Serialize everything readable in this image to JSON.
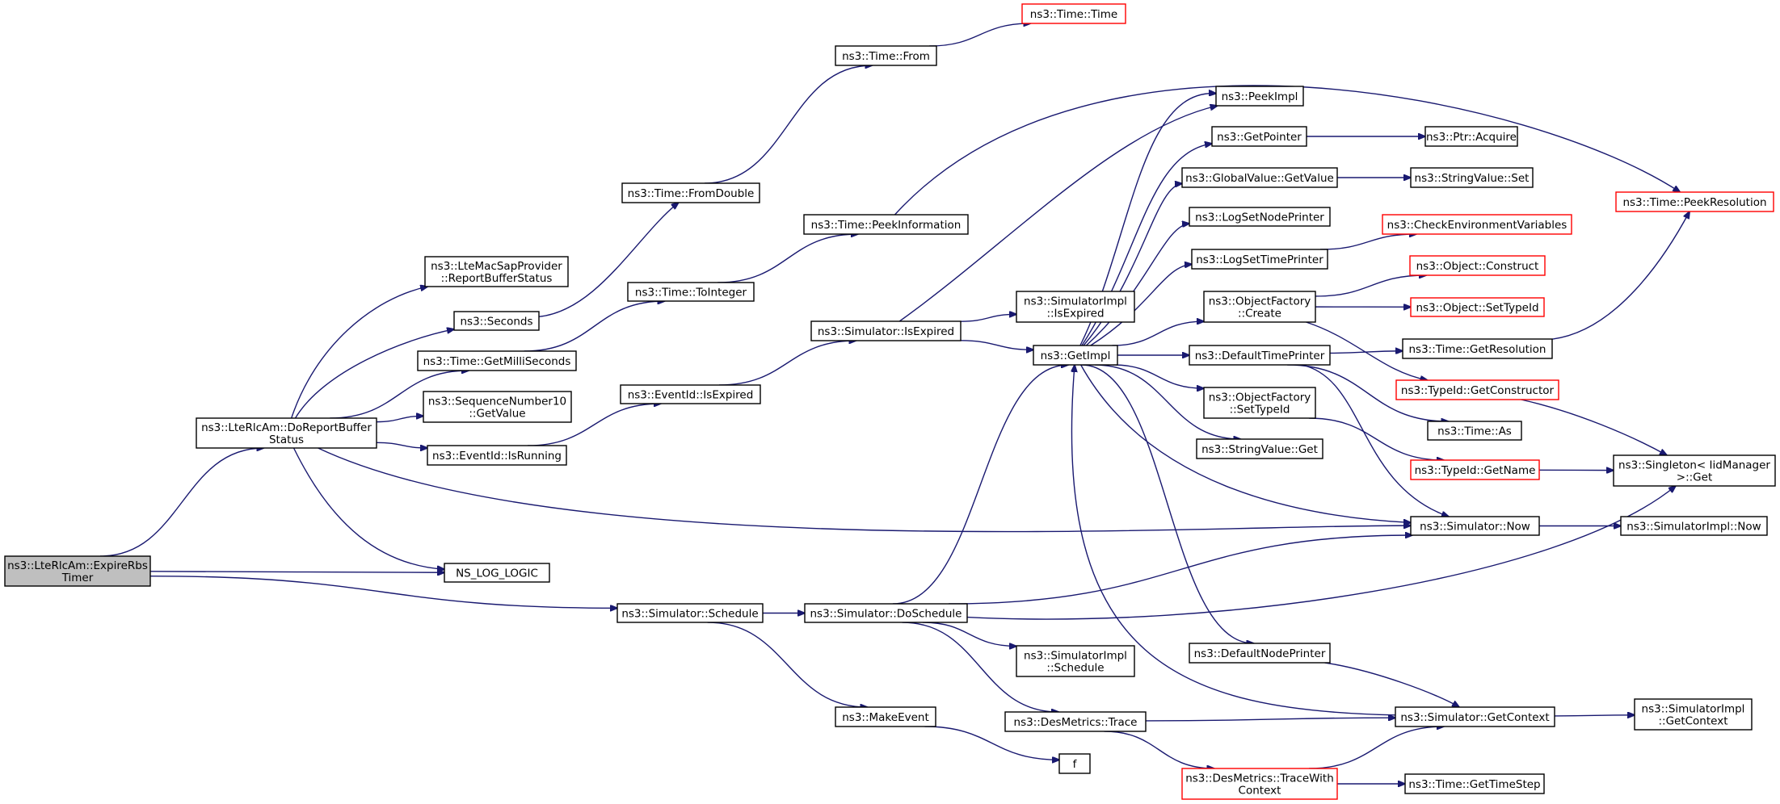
{
  "colors": {
    "edge": "#191970",
    "node_border": "#000000",
    "truncated_border": "#ff0000",
    "root_fill": "#bfbfbf",
    "node_fill": "#ffffff"
  },
  "nodes": [
    {
      "id": "root",
      "lines": [
        "ns3::LteRlcAm::ExpireRbs",
        "Timer"
      ],
      "root": true
    },
    {
      "id": "doReport",
      "lines": [
        "ns3::LteRlcAm::DoReportBuffer",
        "Status"
      ]
    },
    {
      "id": "lteMacSap",
      "lines": [
        "ns3::LteMacSapProvider",
        "::ReportBufferStatus"
      ]
    },
    {
      "id": "seconds",
      "lines": [
        "ns3::Seconds"
      ]
    },
    {
      "id": "getMilli",
      "lines": [
        "ns3::Time::GetMilliSeconds"
      ]
    },
    {
      "id": "seqNum",
      "lines": [
        "ns3::SequenceNumber10",
        "::GetValue"
      ]
    },
    {
      "id": "isRunning",
      "lines": [
        "ns3::EventId::IsRunning"
      ]
    },
    {
      "id": "nsLog",
      "lines": [
        "NS_LOG_LOGIC"
      ]
    },
    {
      "id": "schedule",
      "lines": [
        "ns3::Simulator::Schedule"
      ]
    },
    {
      "id": "fromDouble",
      "lines": [
        "ns3::Time::FromDouble"
      ]
    },
    {
      "id": "toInteger",
      "lines": [
        "ns3::Time::ToInteger"
      ]
    },
    {
      "id": "eventIsExpired",
      "lines": [
        "ns3::EventId::IsExpired"
      ]
    },
    {
      "id": "timeFrom",
      "lines": [
        "ns3::Time::From"
      ]
    },
    {
      "id": "timeTime",
      "lines": [
        "ns3::Time::Time"
      ],
      "truncated": true
    },
    {
      "id": "peekInfo",
      "lines": [
        "ns3::Time::PeekInformation"
      ]
    },
    {
      "id": "simIsExpired",
      "lines": [
        "ns3::Simulator::IsExpired"
      ]
    },
    {
      "id": "doSchedule",
      "lines": [
        "ns3::Simulator::DoSchedule"
      ]
    },
    {
      "id": "makeEvent",
      "lines": [
        "ns3::MakeEvent"
      ]
    },
    {
      "id": "implIsExpired",
      "lines": [
        "ns3::SimulatorImpl",
        "::IsExpired"
      ]
    },
    {
      "id": "getImpl",
      "lines": [
        "ns3::GetImpl"
      ]
    },
    {
      "id": "implSchedule",
      "lines": [
        "ns3::SimulatorImpl",
        "::Schedule"
      ]
    },
    {
      "id": "desTrace",
      "lines": [
        "ns3::DesMetrics::Trace"
      ]
    },
    {
      "id": "f",
      "lines": [
        "f"
      ]
    },
    {
      "id": "peekImpl",
      "lines": [
        "ns3::PeekImpl"
      ]
    },
    {
      "id": "getPointer",
      "lines": [
        "ns3::GetPointer"
      ]
    },
    {
      "id": "globalGetValue",
      "lines": [
        "ns3::GlobalValue::GetValue"
      ]
    },
    {
      "id": "logSetNode",
      "lines": [
        "ns3::LogSetNodePrinter"
      ]
    },
    {
      "id": "logSetTime",
      "lines": [
        "ns3::LogSetTimePrinter"
      ]
    },
    {
      "id": "objFactCreate",
      "lines": [
        "ns3::ObjectFactory",
        "::Create"
      ]
    },
    {
      "id": "defTimePrinter",
      "lines": [
        "ns3::DefaultTimePrinter"
      ]
    },
    {
      "id": "objFactSetTypeId",
      "lines": [
        "ns3::ObjectFactory",
        "::SetTypeId"
      ]
    },
    {
      "id": "stringValueGet",
      "lines": [
        "ns3::StringValue::Get"
      ]
    },
    {
      "id": "defNodePrinter",
      "lines": [
        "ns3::DefaultNodePrinter"
      ]
    },
    {
      "id": "traceWithContext",
      "lines": [
        "ns3::DesMetrics::TraceWith",
        "Context"
      ],
      "truncated": true
    },
    {
      "id": "ptrAcquire",
      "lines": [
        "ns3::Ptr::Acquire"
      ]
    },
    {
      "id": "stringValueSet",
      "lines": [
        "ns3::StringValue::Set"
      ]
    },
    {
      "id": "checkEnv",
      "lines": [
        "ns3::CheckEnvironmentVariables"
      ],
      "truncated": true
    },
    {
      "id": "objConstruct",
      "lines": [
        "ns3::Object::Construct"
      ],
      "truncated": true
    },
    {
      "id": "objSetTypeId",
      "lines": [
        "ns3::Object::SetTypeId"
      ],
      "truncated": true
    },
    {
      "id": "getResolution",
      "lines": [
        "ns3::Time::GetResolution"
      ]
    },
    {
      "id": "getConstructor",
      "lines": [
        "ns3::TypeId::GetConstructor"
      ],
      "truncated": true
    },
    {
      "id": "timeAs",
      "lines": [
        "ns3::Time::As"
      ]
    },
    {
      "id": "typeIdGetName",
      "lines": [
        "ns3::TypeId::GetName"
      ],
      "truncated": true
    },
    {
      "id": "simNow",
      "lines": [
        "ns3::Simulator::Now"
      ]
    },
    {
      "id": "getContext",
      "lines": [
        "ns3::Simulator::GetContext"
      ]
    },
    {
      "id": "getTimeStep",
      "lines": [
        "ns3::Time::GetTimeStep"
      ]
    },
    {
      "id": "peekResolution",
      "lines": [
        "ns3::Time::PeekResolution"
      ],
      "truncated": true
    },
    {
      "id": "singletonGet",
      "lines": [
        "ns3::Singleton< IidManager",
        " >::Get"
      ]
    },
    {
      "id": "implNow",
      "lines": [
        "ns3::SimulatorImpl::Now"
      ]
    },
    {
      "id": "implGetContext",
      "lines": [
        "ns3::SimulatorImpl",
        "::GetContext"
      ]
    }
  ],
  "edges": [
    [
      "root",
      "doReport"
    ],
    [
      "root",
      "nsLog"
    ],
    [
      "root",
      "schedule"
    ],
    [
      "doReport",
      "lteMacSap"
    ],
    [
      "doReport",
      "seconds"
    ],
    [
      "doReport",
      "getMilli"
    ],
    [
      "doReport",
      "seqNum"
    ],
    [
      "doReport",
      "isRunning"
    ],
    [
      "doReport",
      "nsLog"
    ],
    [
      "doReport",
      "simNow"
    ],
    [
      "seconds",
      "fromDouble"
    ],
    [
      "getMilli",
      "toInteger"
    ],
    [
      "isRunning",
      "eventIsExpired"
    ],
    [
      "schedule",
      "doSchedule"
    ],
    [
      "schedule",
      "makeEvent"
    ],
    [
      "fromDouble",
      "timeFrom"
    ],
    [
      "timeFrom",
      "timeTime"
    ],
    [
      "toInteger",
      "peekInfo"
    ],
    [
      "peekInfo",
      "peekResolution"
    ],
    [
      "eventIsExpired",
      "simIsExpired"
    ],
    [
      "simIsExpired",
      "peekImpl"
    ],
    [
      "simIsExpired",
      "implIsExpired"
    ],
    [
      "simIsExpired",
      "getImpl"
    ],
    [
      "doSchedule",
      "getImpl"
    ],
    [
      "doSchedule",
      "simNow"
    ],
    [
      "doSchedule",
      "singletonGet"
    ],
    [
      "doSchedule",
      "implSchedule"
    ],
    [
      "doSchedule",
      "desTrace"
    ],
    [
      "makeEvent",
      "f"
    ],
    [
      "getImpl",
      "peekImpl"
    ],
    [
      "getImpl",
      "getPointer"
    ],
    [
      "getImpl",
      "globalGetValue"
    ],
    [
      "getImpl",
      "logSetNode"
    ],
    [
      "getImpl",
      "logSetTime"
    ],
    [
      "getImpl",
      "objFactCreate"
    ],
    [
      "getImpl",
      "defTimePrinter"
    ],
    [
      "getImpl",
      "objFactSetTypeId"
    ],
    [
      "getImpl",
      "stringValueGet"
    ],
    [
      "getImpl",
      "defNodePrinter"
    ],
    [
      "getImpl",
      "simNow"
    ],
    [
      "desTrace",
      "getContext"
    ],
    [
      "desTrace",
      "traceWithContext"
    ],
    [
      "traceWithContext",
      "getContext"
    ],
    [
      "traceWithContext",
      "getTimeStep"
    ],
    [
      "getContext",
      "getImpl"
    ],
    [
      "getContext",
      "implGetContext"
    ],
    [
      "getPointer",
      "ptrAcquire"
    ],
    [
      "globalGetValue",
      "stringValueSet"
    ],
    [
      "logSetTime",
      "checkEnv"
    ],
    [
      "objFactCreate",
      "objConstruct"
    ],
    [
      "objFactCreate",
      "objSetTypeId"
    ],
    [
      "objFactCreate",
      "getConstructor"
    ],
    [
      "defTimePrinter",
      "getResolution"
    ],
    [
      "defTimePrinter",
      "timeAs"
    ],
    [
      "defTimePrinter",
      "simNow"
    ],
    [
      "objFactSetTypeId",
      "typeIdGetName"
    ],
    [
      "defNodePrinter",
      "getContext"
    ],
    [
      "getResolution",
      "peekResolution"
    ],
    [
      "getConstructor",
      "singletonGet"
    ],
    [
      "typeIdGetName",
      "singletonGet"
    ],
    [
      "simNow",
      "implNow"
    ]
  ]
}
